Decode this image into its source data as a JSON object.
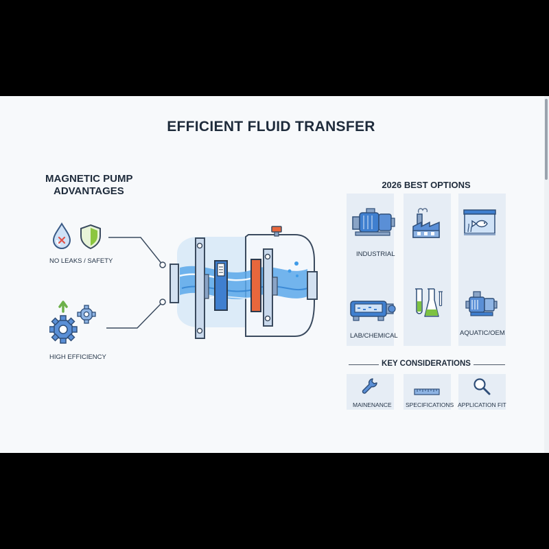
{
  "title": "EFFICIENT FLUID TRANSFER",
  "advantages": {
    "title_line1": "MAGNETIC PUMP",
    "title_line2": "ADVANTAGES",
    "items": [
      {
        "label": "NO LEAKS / SAFETY",
        "icons": [
          "water-drop-icon",
          "shield-icon"
        ]
      },
      {
        "label": "HIGH EFFICIENCY",
        "icons": [
          "gears-arrow-icon"
        ]
      }
    ]
  },
  "best_options": {
    "title": "2026 BEST OPTIONS",
    "items": [
      {
        "label": "INDUSTRIAL",
        "icon": "industrial-pump-icon"
      },
      {
        "label": "",
        "icon": "factory-icon"
      },
      {
        "label": "",
        "icon": "aquarium-icon"
      },
      {
        "label": "LAB/CHEMICAL",
        "icon": "lab-pump-icon"
      },
      {
        "label": "",
        "icon": "flasks-icon"
      },
      {
        "label": "AQUATIC/OEM",
        "icon": "compact-pump-icon"
      }
    ]
  },
  "key_considerations": {
    "title": "KEY CONSIDERATIONS",
    "items": [
      {
        "label": "MAINENANCE",
        "icon": "wrench-icon"
      },
      {
        "label": "SPECIFICATIONS",
        "icon": "ruler-icon"
      },
      {
        "label": "APPLICATION FIT",
        "icon": "magnifier-icon"
      }
    ]
  },
  "colors": {
    "accent_blue": "#3f7fcf",
    "water_blue": "#5aa8ea",
    "impeller_orange": "#e8673c",
    "shield_green": "#8cc63f",
    "flask_green": "#7dc242",
    "panel_bg": "#e6edf5",
    "outline": "#3a4a5e"
  }
}
